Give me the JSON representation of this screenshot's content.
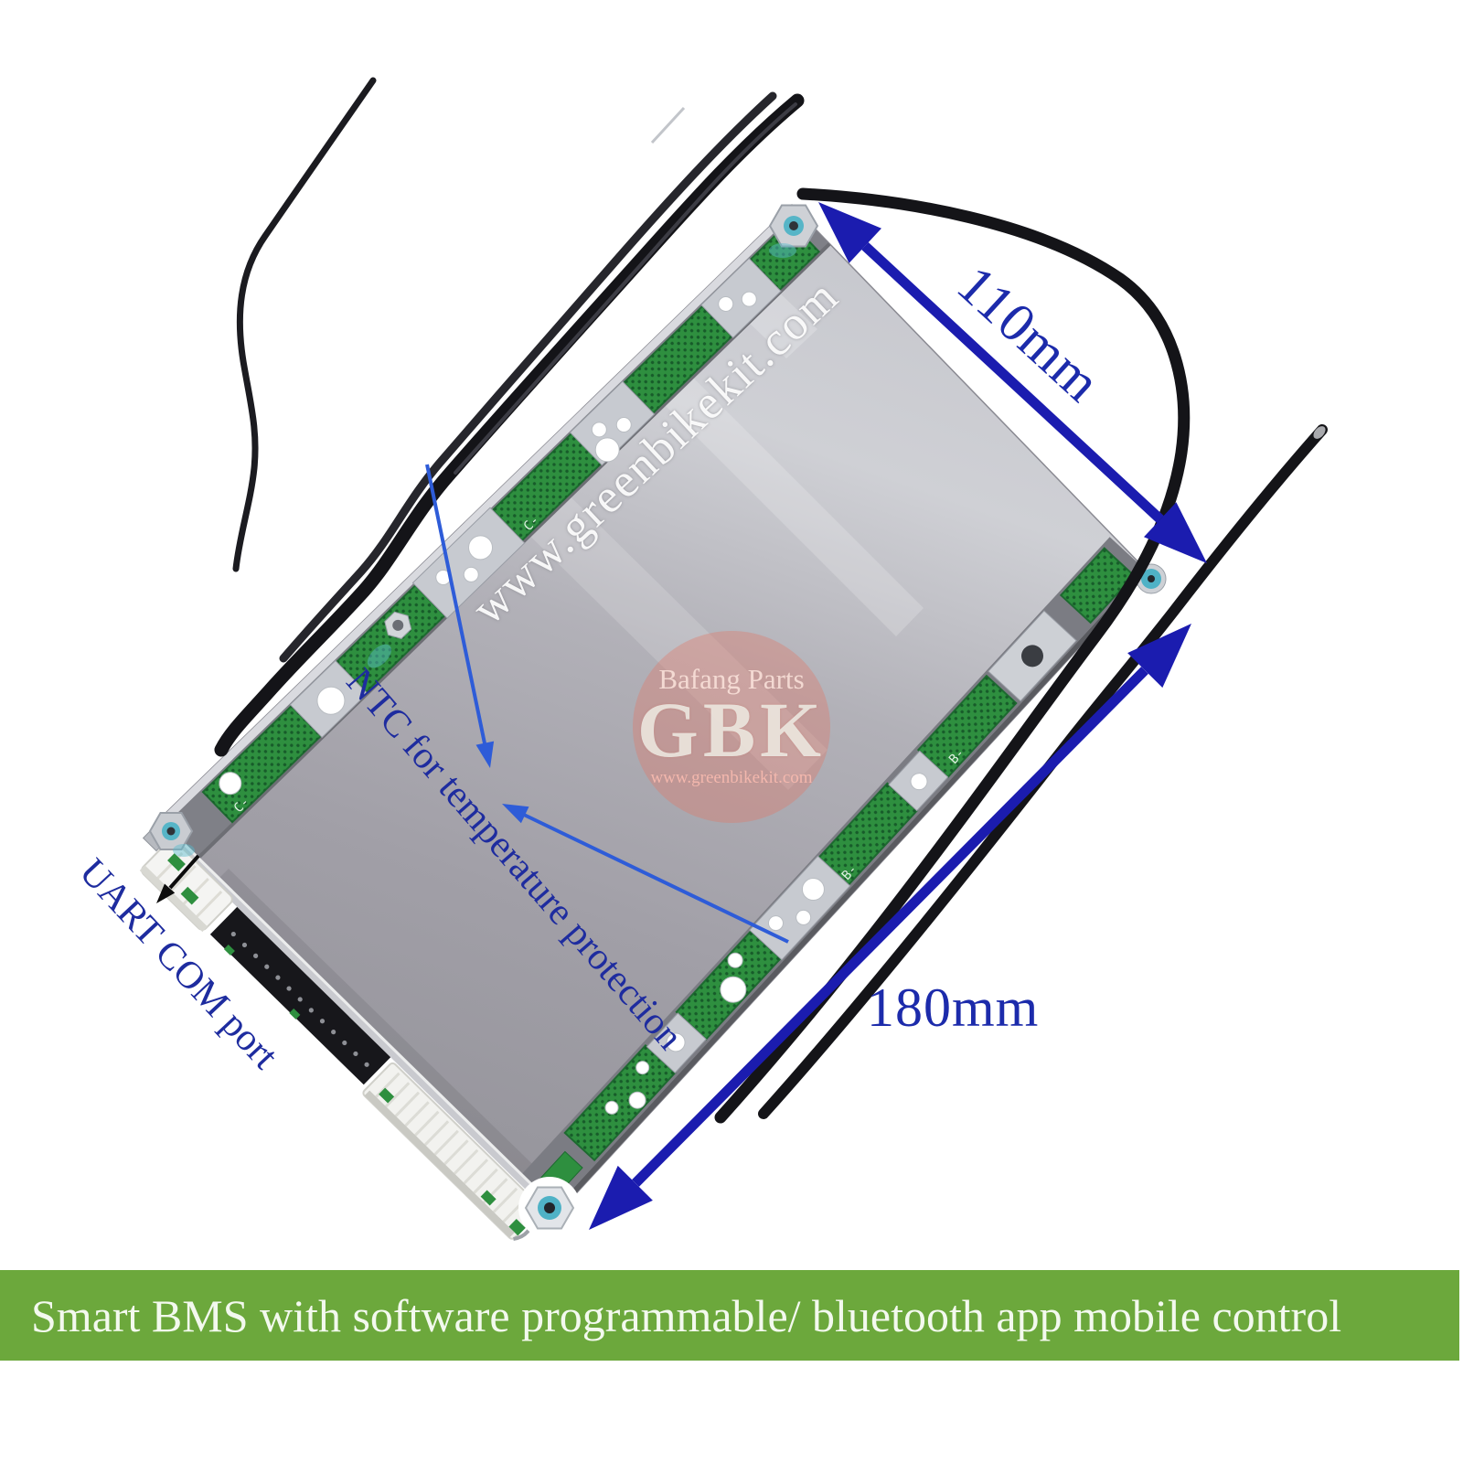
{
  "annotations": {
    "width_dim": "110mm",
    "length_dim": "180mm",
    "ntc_note": "NTC for temperature protection",
    "uart_note": "UART COM port"
  },
  "watermarks": {
    "site_url": "www.greenbikekit.com",
    "logo_top": "Bafang Parts",
    "logo_main": "GBK",
    "logo_url": "www.greenbikekit.com"
  },
  "board_silkscreen": {
    "top_edge_label": "C-",
    "right_edge_label": "B-"
  },
  "banner": {
    "text": "Smart BMS with software programmable/ bluetooth app mobile control"
  },
  "colors": {
    "dimension_arrow_blue": "#1b1caf",
    "callout_arrow_blue": "#2e5cd8",
    "annotation_text_blue": "#1c2bab",
    "banner_green": "#6ca83c",
    "banner_text": "#f3f9ee",
    "pcb_green": "#2e8f3f",
    "plate_silver": "#b9bac0",
    "screw_teal": "#56b5c7",
    "wire_black": "#141418",
    "logo_circle_red": "#e07a6a"
  }
}
